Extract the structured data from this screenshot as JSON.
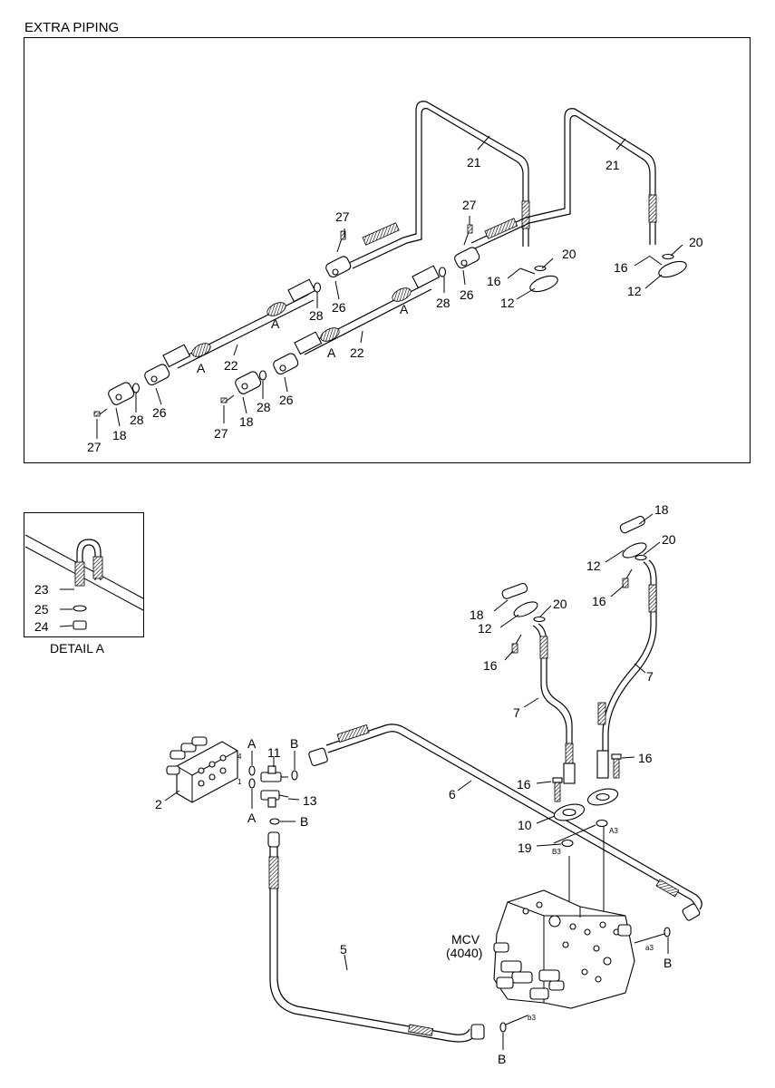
{
  "title": "EXTRA PIPING",
  "detail_caption": "DETAIL A",
  "labels": {
    "p21": "21",
    "p20": "20",
    "p16": "16",
    "p12": "12",
    "p27": "27",
    "p28": "28",
    "p26": "26",
    "p22": "22",
    "p18": "18",
    "A": "A",
    "B": "B",
    "p23": "23",
    "p25": "25",
    "p24": "24",
    "p11": "11",
    "p13": "13",
    "p2": "2",
    "p6": "6",
    "p7": "7",
    "p10": "10",
    "p19": "19",
    "p5": "5",
    "mcv": "MCV",
    "mcv_model": "(4040)",
    "a3": "A3",
    "b3": "B3",
    "a3s": "a3",
    "b3s": "b3",
    "n4": "4",
    "n1": "1"
  }
}
